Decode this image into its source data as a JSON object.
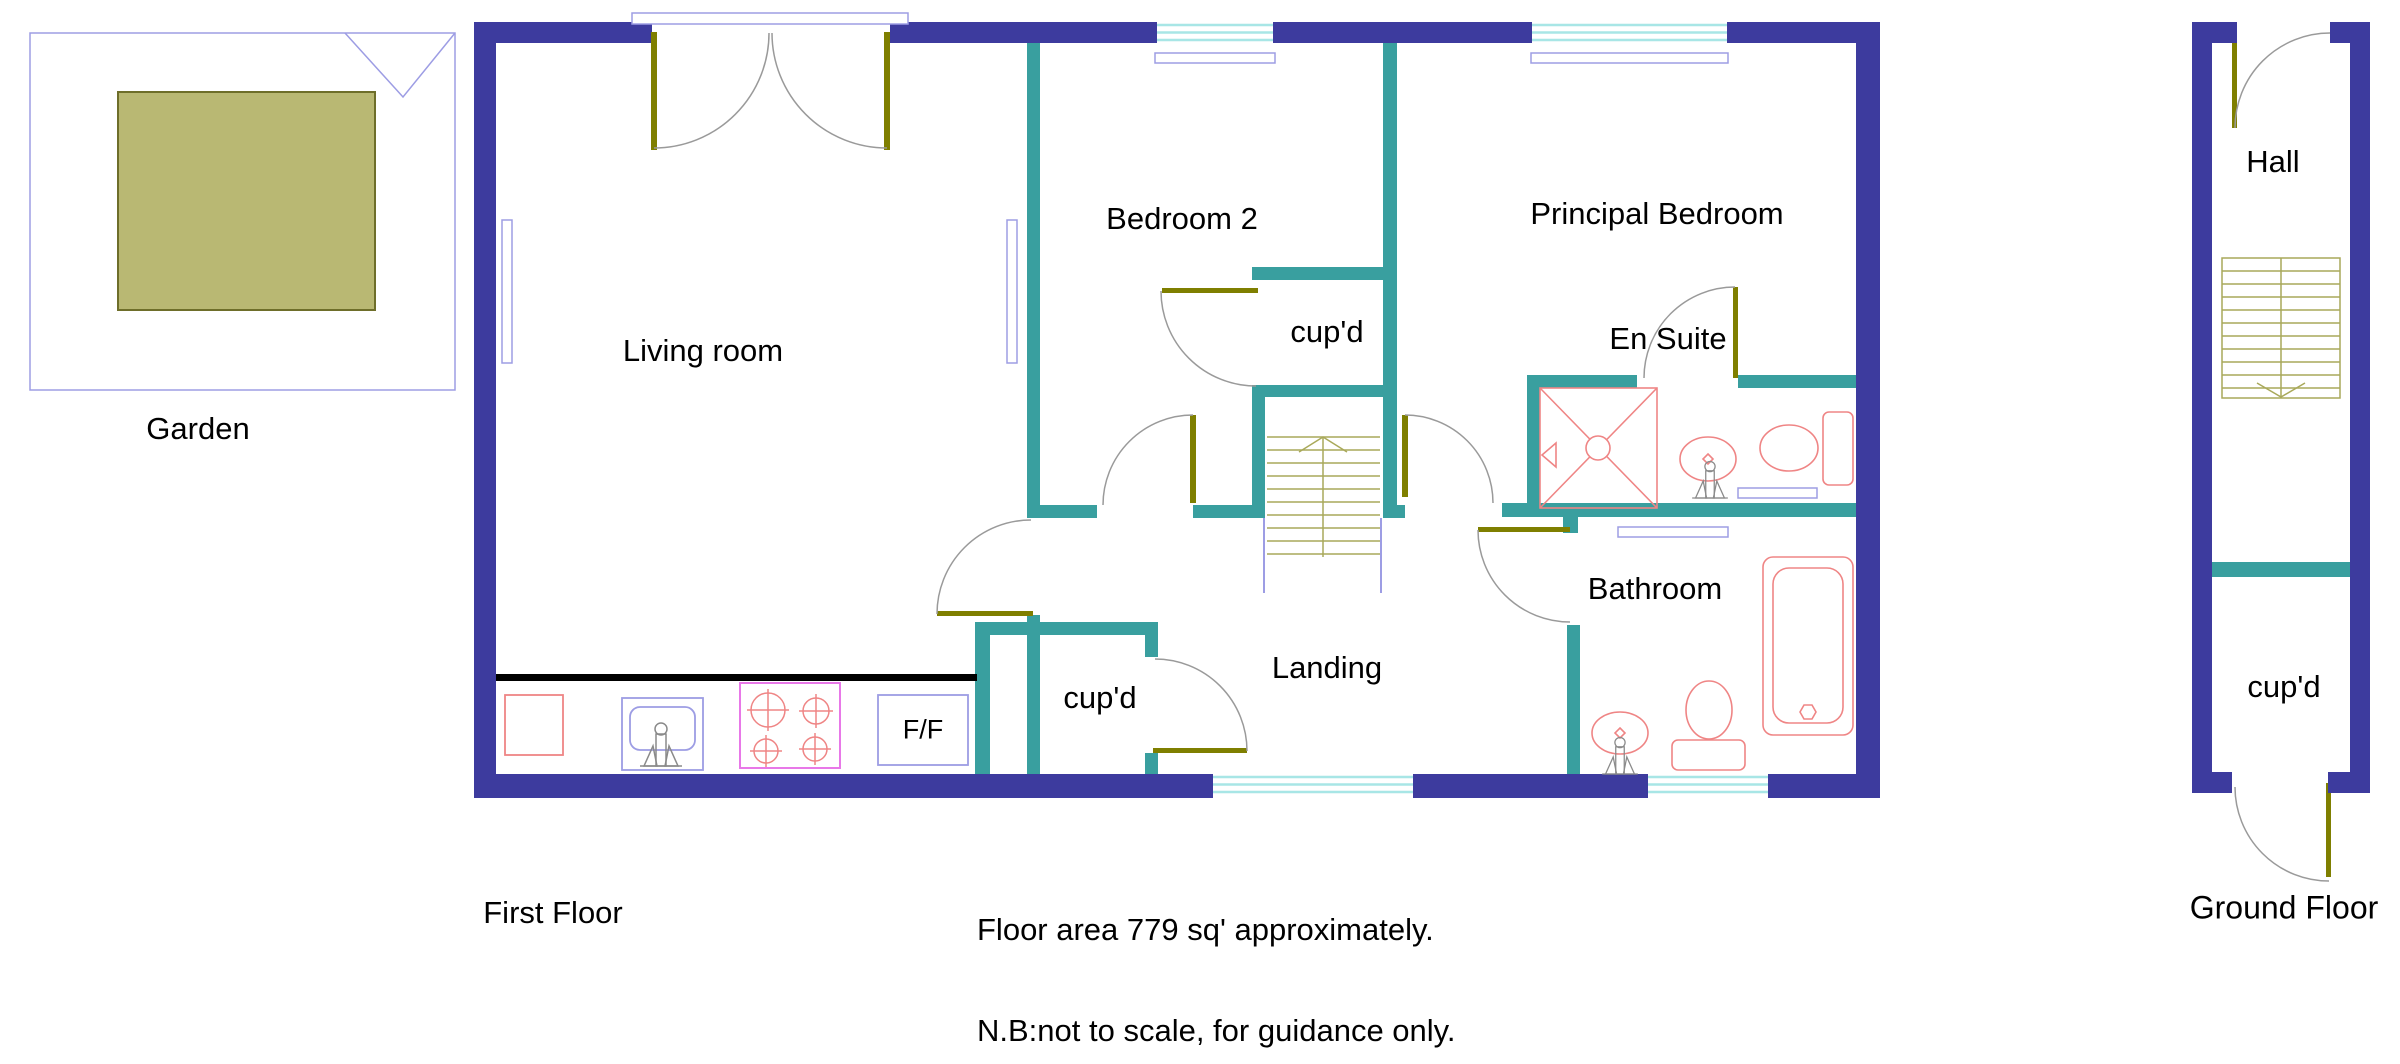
{
  "plans": {
    "garden": {
      "label": "Garden"
    },
    "first_floor": {
      "label": "First Floor"
    },
    "ground_floor": {
      "label": "Ground Floor"
    }
  },
  "rooms": {
    "living_room": "Living room",
    "bedroom_2": "Bedroom 2",
    "principal_bedroom": "Principal Bedroom",
    "en_suite": "En Suite",
    "bathroom": "Bathroom",
    "landing": "Landing",
    "hall": "Hall",
    "cupboard_bedroom": "cup'd",
    "cupboard_landing": "cup'd",
    "cupboard_ground": "cup'd",
    "fridge_freezer": "F/F"
  },
  "notes": {
    "floor_area": "Floor area 779 sq' approximately.",
    "disclaimer": "N.B:not to scale, for guidance only."
  },
  "colors": {
    "wall": "#3d3b9e",
    "partition": "#399f9f",
    "door": "#7f7f00",
    "fixture": "#ef8585",
    "appliance": "#e878e8",
    "trim": "#9d9de4",
    "glass": "#a8e6e6",
    "counter": "#000000",
    "garden_fill": "#b9b873",
    "garden_border": "#6e6e2a",
    "stair": "#a9a95a",
    "swing": "#9a9a9a"
  }
}
